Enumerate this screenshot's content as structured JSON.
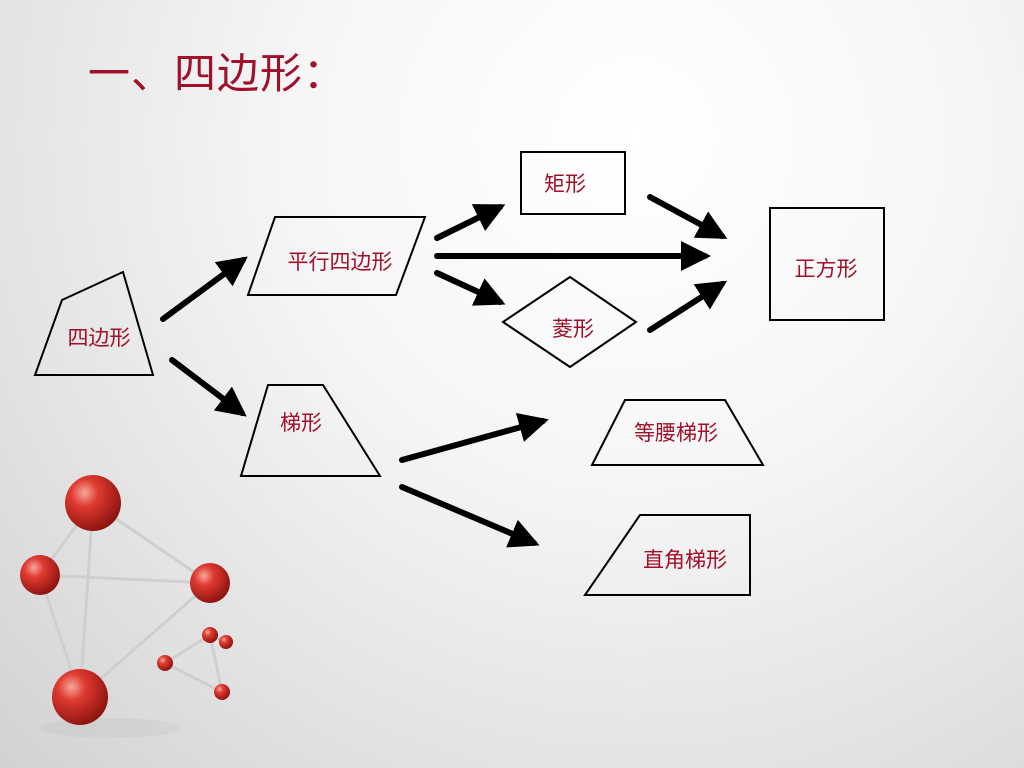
{
  "title": "一、四边形：",
  "nodes": {
    "quadrilateral": "四边形",
    "parallelogram": "平行四边形",
    "trapezoid": "梯形",
    "rectangle": "矩形",
    "rhombus": "菱形",
    "square": "正方形",
    "isosceles_trapezoid": "等腰梯形",
    "right_trapezoid": "直角梯形"
  },
  "colors": {
    "text": "#a0102a",
    "arrow": "#000000",
    "sphere": "#d42c26"
  }
}
